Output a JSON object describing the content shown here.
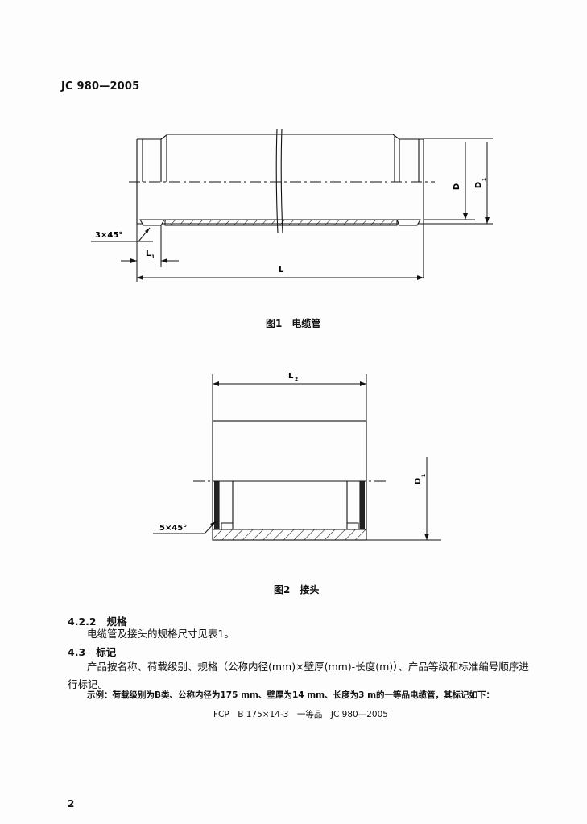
{
  "header": {
    "standard_code": "JC 980—2005"
  },
  "figure1": {
    "caption": "图1　电缆管",
    "labels": {
      "chamfer": "3×45°",
      "length": "L",
      "l1": "L",
      "l1_sub": "1",
      "d": "D",
      "d1": "D",
      "d1_sub": "1"
    }
  },
  "figure2": {
    "caption": "图2　接头",
    "labels": {
      "chamfer": "5×45°",
      "l2": "L",
      "l2_sub": "2",
      "d1": "D",
      "d1_sub": "1"
    }
  },
  "sections": [
    {
      "number": "4.2.2",
      "title": "规格",
      "text": "电缆管及接头的规格尺寸见表1。"
    },
    {
      "number": "4.3",
      "title": "标记",
      "text": "产品按名称、荷载级别、规格（公称内径(mm)×壁厚(mm)-长度(m)）、产品等级和标准编号顺序进行标记。"
    }
  ],
  "example": "示例：荷载级别为B类、公称内径为175 mm、壁厚为14 mm、长度为3 m的一等品电缆管，其标记如下：",
  "marking": "FCP　B 175×14-3　一等品　JC 980—2005",
  "page_number": "2"
}
